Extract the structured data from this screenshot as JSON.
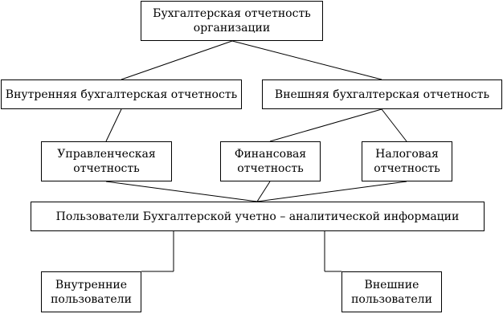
{
  "diagram": {
    "nodes": {
      "org": {
        "line1": "Бухгалтерская отчетность",
        "line2": "организации"
      },
      "internal": {
        "label": "Внутренняя бухгалтерская отчетность"
      },
      "external": {
        "label": "Внешняя бухгалтерская отчетность"
      },
      "mgmt": {
        "line1": "Управленческая",
        "line2": "отчетность"
      },
      "fin": {
        "line1": "Финансовая",
        "line2": "отчетность"
      },
      "tax": {
        "line1": "Налоговая",
        "line2": "отчетность"
      },
      "users": {
        "label": "Пользователи Бухгалтерской учетно – аналитической информации"
      },
      "int_users": {
        "line1": "Внутренние",
        "line2": "пользователи"
      },
      "ext_users": {
        "line1": "Внешние",
        "line2": "пользователи"
      }
    },
    "edges": [
      {
        "from": "org",
        "to": "internal"
      },
      {
        "from": "org",
        "to": "external"
      },
      {
        "from": "internal",
        "to": "mgmt"
      },
      {
        "from": "external",
        "to": "fin"
      },
      {
        "from": "external",
        "to": "tax"
      },
      {
        "from": "mgmt",
        "to": "users"
      },
      {
        "from": "fin",
        "to": "users"
      },
      {
        "from": "tax",
        "to": "users"
      },
      {
        "from": "users",
        "to": "int_users"
      },
      {
        "from": "users",
        "to": "ext_users"
      }
    ],
    "line_color": "#000000"
  }
}
